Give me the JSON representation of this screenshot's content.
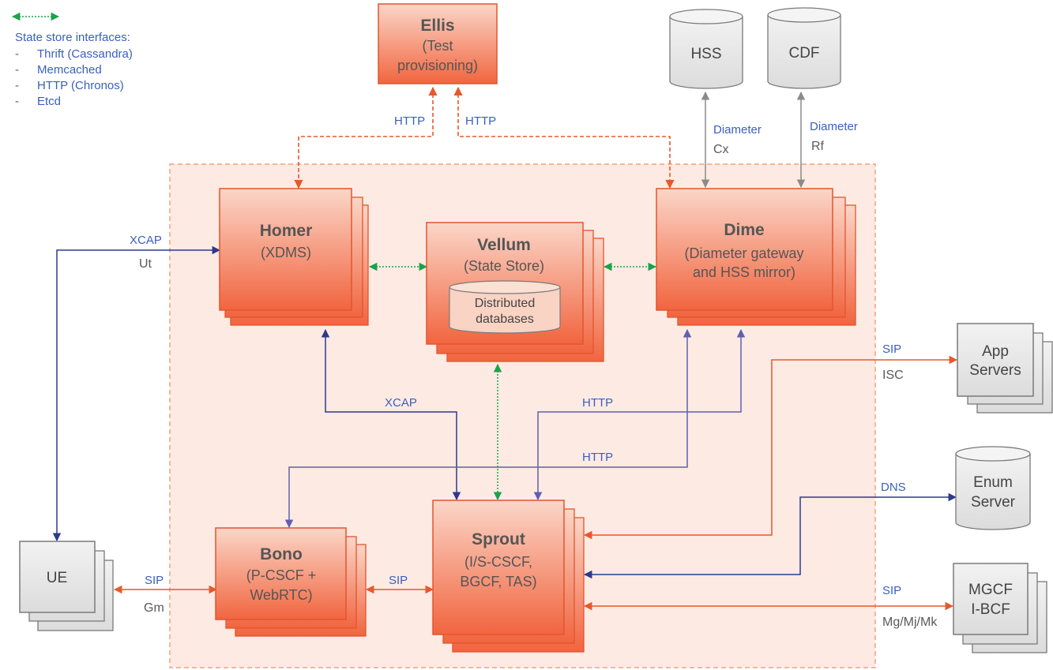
{
  "legend": {
    "title": "State store interfaces:",
    "items": [
      "Thrift (Cassandra)",
      "Memcached",
      "HTTP (Chronos)",
      "Etcd"
    ],
    "bullet": "-"
  },
  "nodes": {
    "ellis": {
      "title": "Ellis",
      "line1": "(Test",
      "line2": "provisioning)"
    },
    "homer": {
      "title": "Homer",
      "line1": "(XDMS)"
    },
    "vellum": {
      "title": "Vellum",
      "line1": "(State Store)",
      "db1": "Distributed",
      "db2": "databases"
    },
    "dime": {
      "title": "Dime",
      "line1": "(Diameter gateway",
      "line2": "and HSS mirror)"
    },
    "bono": {
      "title": "Bono",
      "line1": "(P-CSCF +",
      "line2": "WebRTC)"
    },
    "sprout": {
      "title": "Sprout",
      "line1": "(I/S-CSCF,",
      "line2": "BGCF, TAS)"
    },
    "hss": {
      "label": "HSS"
    },
    "cdf": {
      "label": "CDF"
    },
    "ue": {
      "label": "UE"
    },
    "app_servers": {
      "line1": "App",
      "line2": "Servers"
    },
    "enum_server": {
      "line1": "Enum",
      "line2": "Server"
    },
    "mgcf": {
      "line1": "MGCF",
      "line2": "I-BCF"
    }
  },
  "edge_labels": {
    "ellis_homer_protocol": "HTTP",
    "ellis_dime_protocol": "HTTP",
    "hss_protocol": "Diameter",
    "hss_interface": "Cx",
    "cdf_protocol": "Diameter",
    "cdf_interface": "Rf",
    "ue_homer_protocol": "XCAP",
    "ue_homer_interface": "Ut",
    "homer_sprout_protocol": "XCAP",
    "dime_sprout_protocol": "HTTP",
    "dime_bono_protocol": "HTTP",
    "app_protocol": "SIP",
    "app_interface": "ISC",
    "enum_protocol": "DNS",
    "mgcf_protocol": "SIP",
    "mgcf_interface": "Mg/Mj/Mk",
    "ue_bono_protocol": "SIP",
    "ue_bono_interface": "Gm",
    "bono_sprout_protocol": "SIP"
  },
  "colors": {
    "orange_line": "#e8582a",
    "blue_line": "#2d3a8c",
    "violet_line": "#6060b0",
    "green_dotted": "#1aa34a",
    "grey_line": "#8a8a8a",
    "node_fill_top": "#fbd3c4",
    "node_fill_bottom": "#f0603a",
    "boundary_fill": "#fdeae3"
  }
}
